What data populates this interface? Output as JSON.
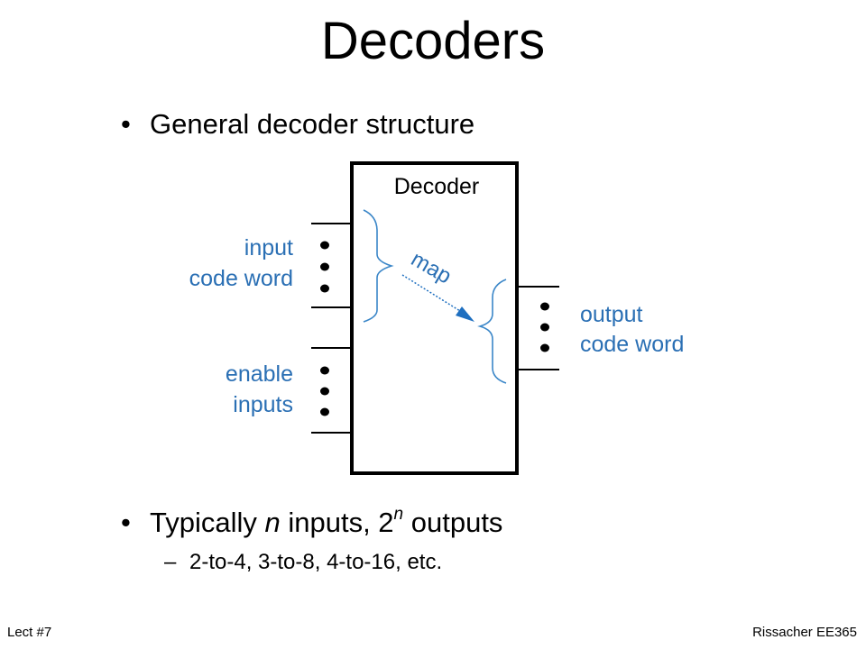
{
  "slide": {
    "title": "Decoders",
    "bullets": [
      {
        "text": "General decoder structure"
      },
      {
        "prefix": "Typically ",
        "var1": "n",
        "mid": " inputs, 2",
        "sup": "n",
        "suffix": " outputs",
        "sub": "2-to-4, 3-to-8, 4-to-16, etc."
      }
    ],
    "footer_left": "Lect #7",
    "footer_right": "Rissacher EE365"
  },
  "diagram": {
    "box_label": "Decoder",
    "arrow_label": "map",
    "left_group_1": [
      "input",
      "code word"
    ],
    "left_group_2": [
      "enable",
      "inputs"
    ],
    "right_group": [
      "output",
      "code word"
    ],
    "label_color": "#2a6fb4",
    "arrow_color": "#1e6fc0",
    "brace_color": "#3a86c8"
  }
}
